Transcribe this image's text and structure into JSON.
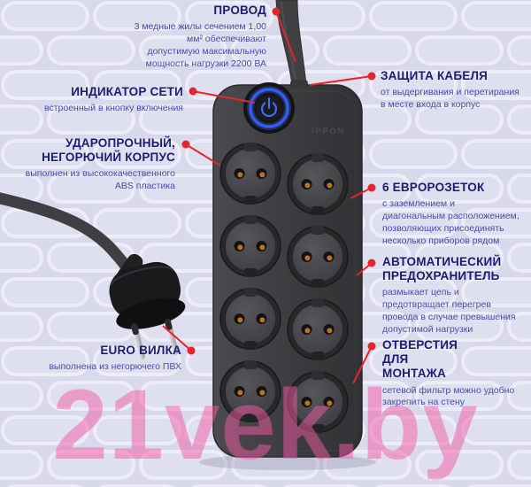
{
  "watermark": "21vek.by",
  "device": {
    "logo": "IPPON"
  },
  "colors": {
    "background": "#dcddee",
    "accent_red": "#e5252c",
    "title_navy": "#1d1c6f",
    "body_blue": "#4c4ba5",
    "watermark_pink": "#f35ba5",
    "device_body": "#3d3d40",
    "button_glow_blue": "#2e5cff",
    "contact_brass": "#bc7322"
  },
  "callouts": {
    "cord": {
      "title": "ПРОВОД",
      "body": "3 медные жилы сечением 1,00 мм² обеспечивают допустимую максимальную мощность нагрузки 2200 ВА"
    },
    "cable_protection": {
      "title": "ЗАЩИТА КАБЕЛЯ",
      "body": "от выдергивания и перетирания в месте входа в корпус"
    },
    "power_indicator": {
      "title": "ИНДИКАТОР СЕТИ",
      "body": "встроенный в кнопку включения"
    },
    "housing": {
      "title": "УДАРОПРОЧНЫЙ, НЕГОРЮЧИЙ КОРПУС",
      "body": "выполнен из высококачественного ABS пластика"
    },
    "sockets": {
      "title": "6 ЕВРОРОЗЕТОК",
      "body": "с заземлением и диагональным расположением, позволяющих присоединять несколько приборов рядом"
    },
    "fuse": {
      "title": "АВТОМАТИЧЕСКИЙ ПРЕДОХРАНИТЕЛЬ",
      "body": "размыкает цепь и предотвращает перегрев провода в случае превышения допустимой нагрузки"
    },
    "plug": {
      "title": "EURO ВИЛКА",
      "body": "выполнена из негорючего ПВХ"
    },
    "mounting": {
      "title": "ОТВЕРСТИЯ ДЛЯ МОНТАЖА",
      "body": "сетевой фильтр можно удобно закрепить на стену"
    }
  }
}
